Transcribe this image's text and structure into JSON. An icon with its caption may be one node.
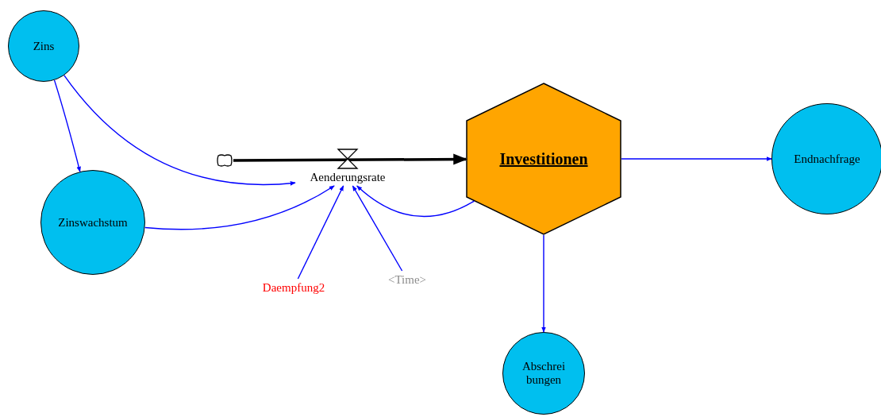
{
  "diagram": {
    "nodes": [
      {
        "text": [
          "Zins"
        ]
      },
      {
        "text": [
          "Zinswachstum"
        ]
      },
      {
        "text": [],
        "shape": "cloud"
      },
      {
        "text": [
          "Aenderungsrate"
        ]
      },
      {
        "text": [
          "Investitionen"
        ]
      },
      {
        "text": [
          "Endnachfrage"
        ]
      },
      {
        "text": [
          "Daempfung2"
        ]
      },
      {
        "text": [
          "<Time>"
        ]
      },
      {
        "text": [
          "Abschrei bungen"
        ]
      }
    ],
    "edges": [
      {
        "from": 0,
        "to": 1,
        "arrow": "to"
      },
      {
        "from": 0,
        "to": 3,
        "arrow": "to"
      },
      {
        "from": 1,
        "to": 3,
        "arrow": "to"
      },
      {
        "from": 2,
        "to": 4,
        "arrow": "to",
        "style": "thick",
        "color": "#000000"
      },
      {
        "from": 6,
        "to": 3,
        "arrow": "to"
      },
      {
        "from": 7,
        "to": 3,
        "arrow": "to"
      },
      {
        "from": 4,
        "to": 3,
        "arrow": "to"
      },
      {
        "from": 4,
        "to": 5,
        "arrow": "to"
      },
      {
        "from": 4,
        "to": 8,
        "arrow": "to"
      }
    ]
  }
}
